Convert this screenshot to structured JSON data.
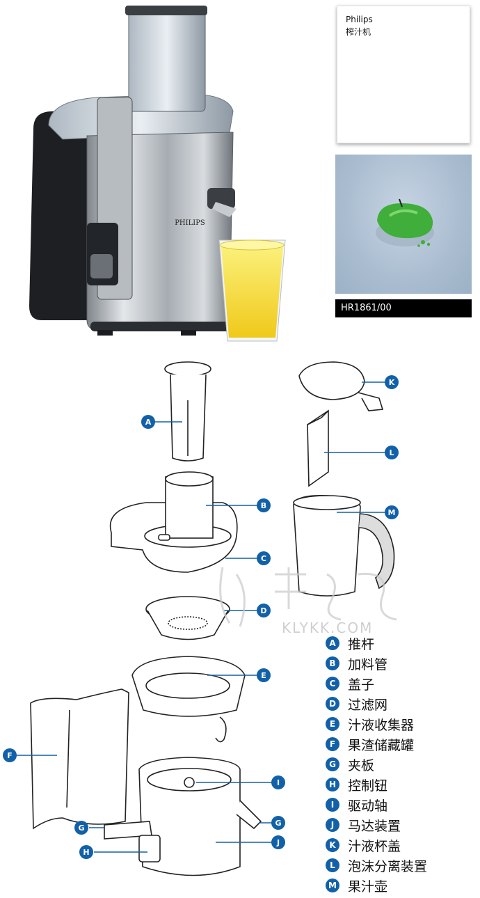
{
  "brand": {
    "name": "Philips",
    "product": "榨汁机"
  },
  "model": "HR1861/00",
  "product_photo": {
    "logo": "PHILIPS"
  },
  "callouts": [
    "A",
    "B",
    "C",
    "D",
    "E",
    "F",
    "G",
    "H",
    "I",
    "G",
    "J",
    "K",
    "L",
    "M"
  ],
  "parts": [
    {
      "letter": "A",
      "label": "推杆"
    },
    {
      "letter": "B",
      "label": "加料管"
    },
    {
      "letter": "C",
      "label": "盖子"
    },
    {
      "letter": "D",
      "label": "过滤网"
    },
    {
      "letter": "E",
      "label": "汁液收集器"
    },
    {
      "letter": "F",
      "label": "果渣储藏罐"
    },
    {
      "letter": "G",
      "label": "夹板"
    },
    {
      "letter": "H",
      "label": "控制钮"
    },
    {
      "letter": "I",
      "label": "驱动轴"
    },
    {
      "letter": "J",
      "label": "马达装置"
    },
    {
      "letter": "K",
      "label": "汁液杯盖"
    },
    {
      "letter": "L",
      "label": "泡沫分离装置"
    },
    {
      "letter": "M",
      "label": "果汁壶"
    }
  ],
  "watermark": {
    "domain": "KLYKK.COM"
  },
  "colors": {
    "accent": "#1261a8",
    "juice": "#f2d834",
    "apple": "#3fae3a"
  }
}
